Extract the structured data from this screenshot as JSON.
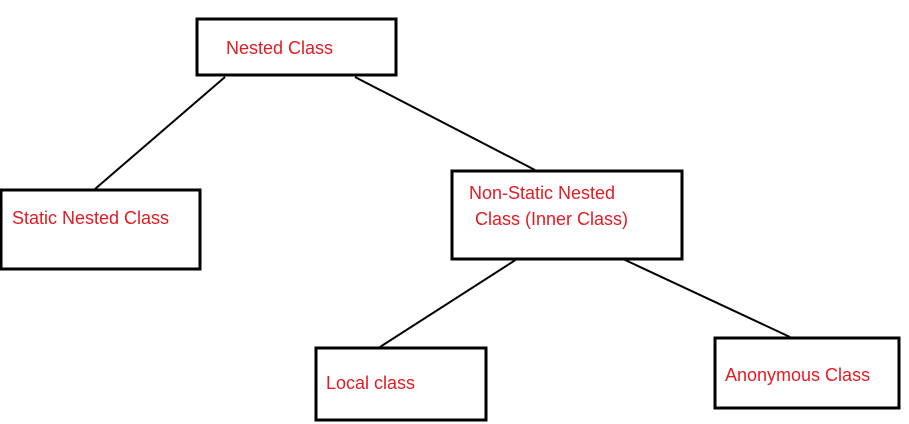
{
  "colors": {
    "label": "#e31b23",
    "border": "#000000",
    "background": "#ffffff"
  },
  "nodes": {
    "nested_class": {
      "label": "Nested Class"
    },
    "static_nested": {
      "label": "Static Nested Class"
    },
    "non_static_nested": {
      "label_line1": "Non-Static Nested",
      "label_line2": "Class (Inner Class)"
    },
    "local_class": {
      "label": "Local class"
    },
    "anonymous_class": {
      "label": "Anonymous Class"
    }
  },
  "edges": [
    {
      "from": "Nested Class",
      "to": "Static Nested Class"
    },
    {
      "from": "Nested Class",
      "to": "Non-Static Nested Class (Inner Class)"
    },
    {
      "from": "Non-Static Nested Class (Inner Class)",
      "to": "Local class"
    },
    {
      "from": "Non-Static Nested Class (Inner Class)",
      "to": "Anonymous Class"
    }
  ]
}
